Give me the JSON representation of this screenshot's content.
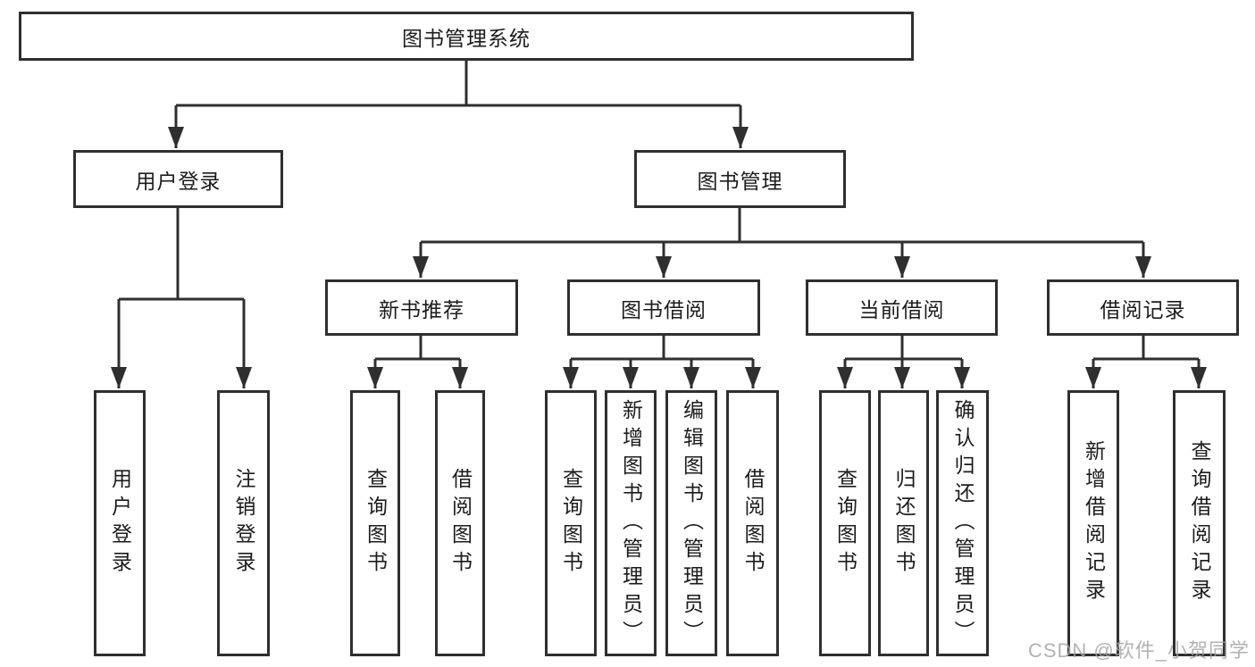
{
  "watermark": "CSDN @软件_小贺同学",
  "colors": {
    "line": "#2f2f2f",
    "text": "#1c1c1c",
    "watermark": "#a5a5a5",
    "background": "#ffffff"
  },
  "tree": {
    "label": "图书管理系统",
    "children": [
      {
        "label": "用户登录",
        "children": [
          {
            "label": "用户登录"
          },
          {
            "label": "注销登录"
          }
        ]
      },
      {
        "label": "图书管理",
        "children": [
          {
            "label": "新书推荐",
            "children": [
              {
                "label": "查询图书"
              },
              {
                "label": "借阅图书"
              }
            ]
          },
          {
            "label": "图书借阅",
            "children": [
              {
                "label": "查询图书"
              },
              {
                "label": "新增图书（管理员）"
              },
              {
                "label": "编辑图书（管理员）"
              },
              {
                "label": "借阅图书"
              }
            ]
          },
          {
            "label": "当前借阅",
            "children": [
              {
                "label": "查询图书"
              },
              {
                "label": "归还图书"
              },
              {
                "label": "确认归还（管理员）"
              }
            ]
          },
          {
            "label": "借阅记录",
            "children": [
              {
                "label": "新增借阅记录"
              },
              {
                "label": "查询借阅记录"
              }
            ]
          }
        ]
      }
    ]
  }
}
